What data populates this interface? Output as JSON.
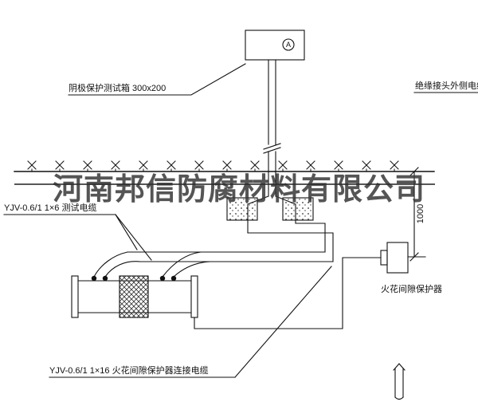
{
  "drawing": {
    "watermark": "河南邦信防腐材料有限公司",
    "labels": {
      "test_box": "阴极保护测试箱 300x200",
      "outer_cable": "绝缘接头外侧电缆",
      "test_cable": "YJV-0.6/1  1×6   测试电缆",
      "spark_gap": "火花间隙保护器",
      "connect_cable": "YJV-0.6/1  1×16   火花间隙保护器连接电缆",
      "dim_1000": "1000",
      "meter": "A"
    },
    "colors": {
      "line": "#111111",
      "background": "#ffffff",
      "watermark": "#373737"
    }
  }
}
